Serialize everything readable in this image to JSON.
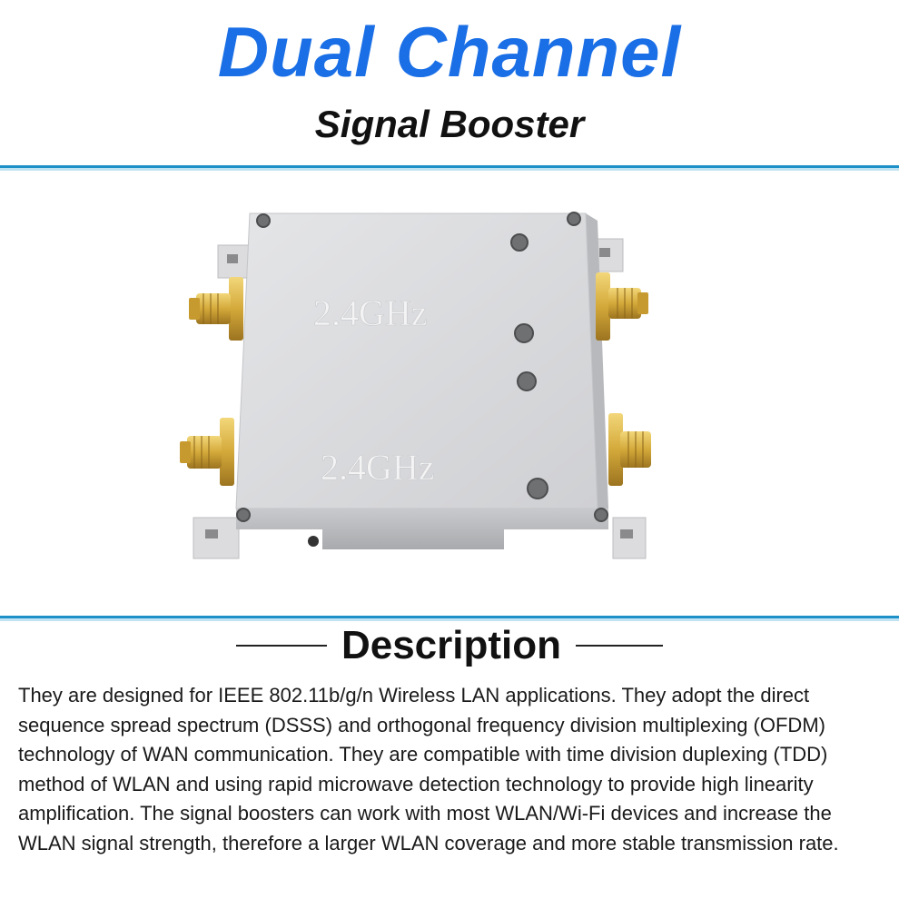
{
  "header": {
    "title": "Dual Channel",
    "subtitle": "Signal Booster"
  },
  "colors": {
    "title_blue": "#1a6fe6",
    "rule_blue": "#1e90c8",
    "rule_light": "#bfe3f3",
    "housing_silver": "#d9dadc",
    "connector_gold": "#d4a93a"
  },
  "product": {
    "label_top": "2.4GHz",
    "label_bottom": "2.4GHz"
  },
  "description": {
    "heading": "Description",
    "body": "They are designed for IEEE 802.11b/g/n Wireless LAN applications. They adopt the direct sequence spread spectrum (DSSS) and orthogonal frequency division multiplexing (OFDM) technology of WAN communication. They are compatible with time division duplexing (TDD) method of WLAN and using rapid microwave detection technology to provide high linearity amplification. The signal boosters can work with most WLAN/Wi-Fi devices and increase the WLAN signal strength, therefore a larger WLAN coverage and more stable transmission rate."
  }
}
